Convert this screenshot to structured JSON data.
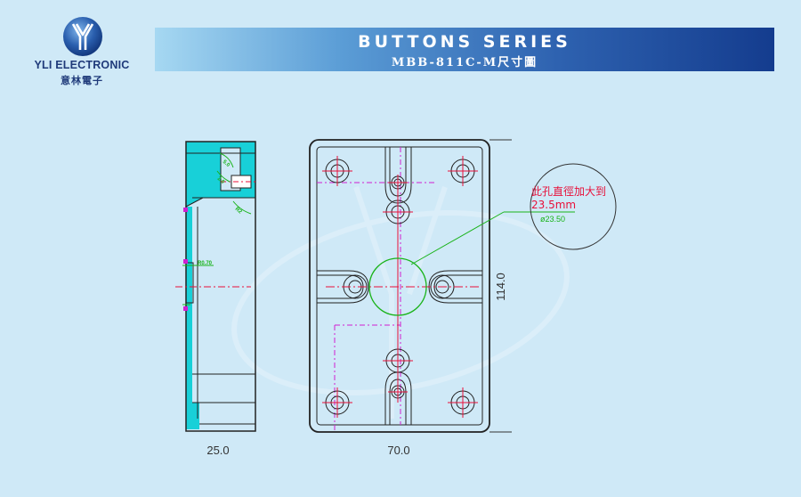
{
  "brand": {
    "name": "YLI ELECTRONIC",
    "chinese_name": "意林電子",
    "logo_icon": "yli-y-globe-logo"
  },
  "banner": {
    "title": "BUTTONS SERIES",
    "subtitle": "MBB-811C-M尺寸圖"
  },
  "drawing": {
    "dimensions": {
      "side_width": "25.0",
      "front_width": "70.0",
      "front_height": "114.0"
    },
    "annotation": {
      "line1": "此孔直徑加大到",
      "line2": "23.5mm",
      "line3": "ø23.50"
    },
    "side_labels": {
      "dim_a": "R0.70",
      "angle_a": "5.0",
      "angle_b": "2.0",
      "angle_c": "R2"
    },
    "colors": {
      "outline": "#222222",
      "centerline": "#e8103a",
      "hidden_line": "#d020d0",
      "highlight": "#19b319",
      "section_fill": "#18d0d8"
    }
  }
}
